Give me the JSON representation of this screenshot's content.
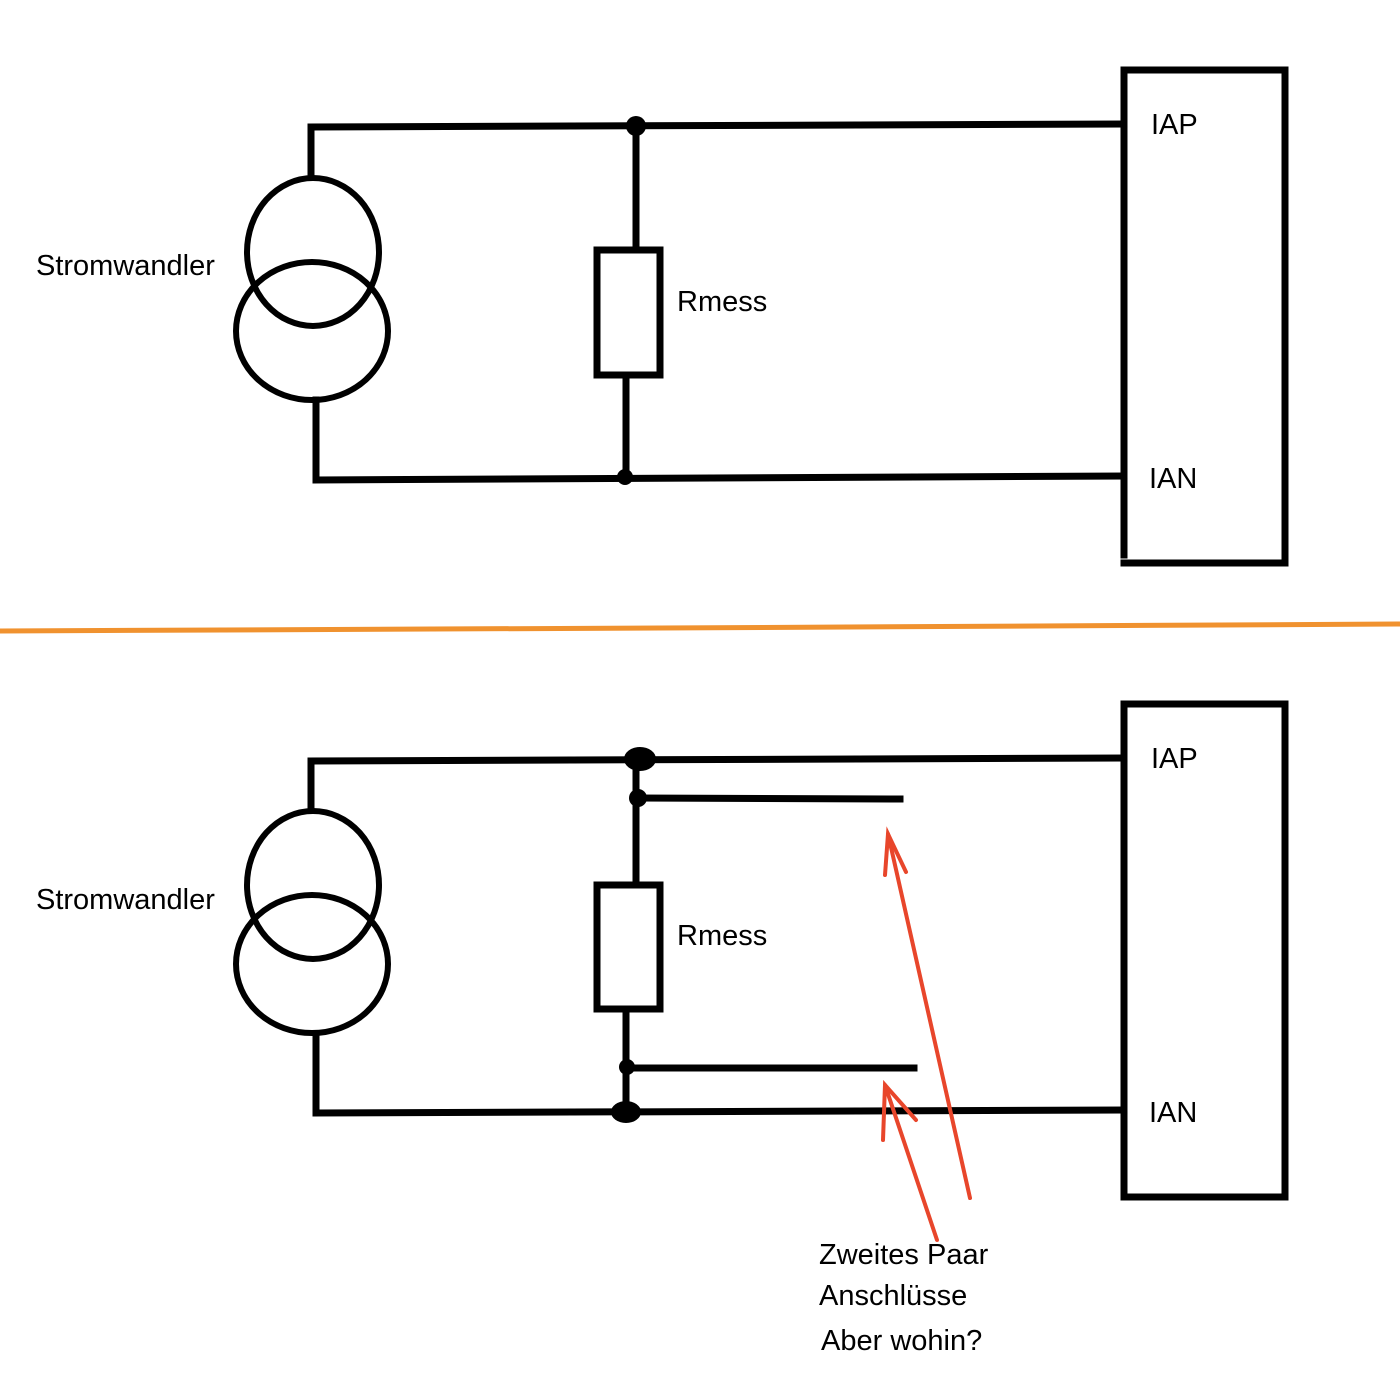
{
  "top": {
    "transformer_label": "Stromwandler",
    "resistor_label": "Rmess",
    "pin_pos": "IAP",
    "pin_neg": "IAN"
  },
  "bottom": {
    "transformer_label": "Stromwandler",
    "resistor_label": "Rmess",
    "pin_pos": "IAP",
    "pin_neg": "IAN",
    "annotation": {
      "line1": "Zweites Paar",
      "line2": "Anschlüsse",
      "line3": "Aber wohin?"
    }
  },
  "colors": {
    "wire": "#000000",
    "divider": "#f0922f",
    "annotation": "#e8462b"
  }
}
